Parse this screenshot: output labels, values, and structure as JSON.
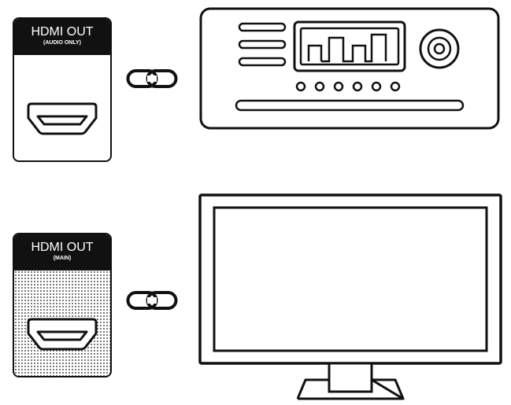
{
  "audio_port": {
    "label": "HDMI OUT",
    "sublabel": "(AUDIO ONLY)",
    "icon": "hdmi-port-icon"
  },
  "main_port": {
    "label": "HDMI OUT",
    "sublabel": "(MAIN)",
    "icon": "hdmi-port-icon"
  },
  "connectors": [
    {
      "icon": "link-icon"
    },
    {
      "icon": "link-icon"
    }
  ],
  "devices": {
    "audio_device": {
      "icon": "av-receiver-icon",
      "button_count": 6
    },
    "display_device": {
      "icon": "tv-icon"
    }
  },
  "colors": {
    "ink": "#111111",
    "background": "#ffffff"
  }
}
